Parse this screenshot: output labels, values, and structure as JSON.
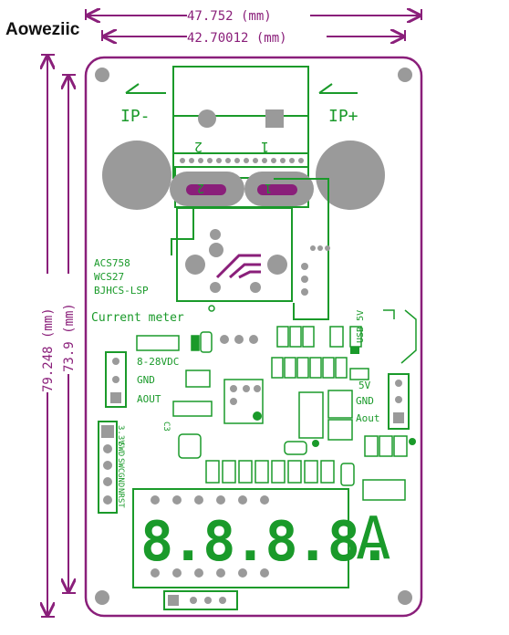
{
  "brand": "Aoweziic",
  "dimensions": {
    "width_outer": "47.752 (mm)",
    "width_inner": "42.70012 (mm)",
    "height_outer": "79.248 (mm)",
    "height_inner": "73.9 (mm)"
  },
  "labels": {
    "ip_minus": "IP-",
    "ip_plus": "IP+",
    "terminal_2": "2",
    "terminal_1": "1",
    "sensor_1": "ACS758",
    "sensor_2": "WCS27",
    "sensor_3": "BJHCS-LSP",
    "title": "Current meter",
    "voltage": "8-28VDC",
    "gnd_left": "GND",
    "aout_left": "AOUT",
    "pin_33v": "3.3V",
    "pin_swd": "SWD",
    "pin_swc": "SWC",
    "pin_gnd": "GND",
    "pin_nrst": "NRST",
    "usb5v": "USB 5V",
    "r5v": "5V",
    "gnd_right": "GND",
    "aout_right": "Aout",
    "display_digits": "8.8.8.8.",
    "unit": "A",
    "c3": "C3"
  },
  "colors": {
    "board_outline": "#8a1f7a",
    "silkscreen": "#1a9a2a",
    "pad": "#9a9a9a"
  }
}
